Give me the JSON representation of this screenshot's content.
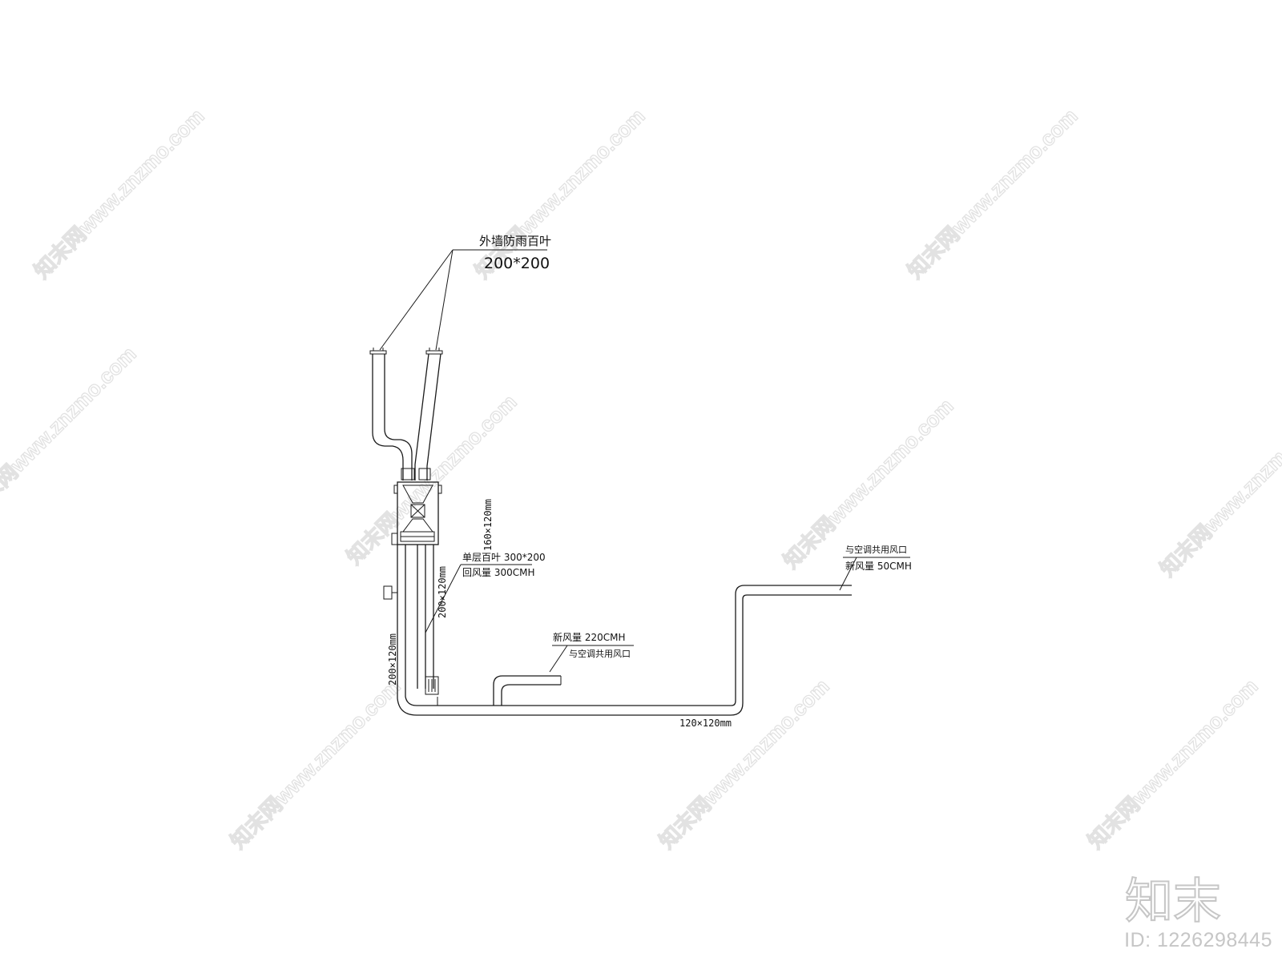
{
  "diagram": {
    "labels": {
      "louver_exterior": "外墙防雨百叶",
      "louver_exterior_size": "200*200",
      "single_louver": "单层百叶 300*200",
      "return_air": "回风量 300CMH",
      "duct_vertical_a": "160×120mm",
      "duct_vertical_b": "200×120mm",
      "duct_vertical_c": "200×120mm",
      "fresh_air_mid": "新风量 220CMH",
      "shared_outlet_mid": "与空调共用风口",
      "shared_outlet_right": "与空调共用风口",
      "fresh_air_right": "新风量 50CMH",
      "duct_horizontal": "120×120mm"
    }
  },
  "watermark": {
    "text": "知末网www.znzmo.com",
    "brand_mark": "知末",
    "id_label": "ID: 1226298445"
  },
  "colors": {
    "line": "#1a1a1a",
    "watermark": "#e2e2e2",
    "brand": "#c6c6c6"
  }
}
